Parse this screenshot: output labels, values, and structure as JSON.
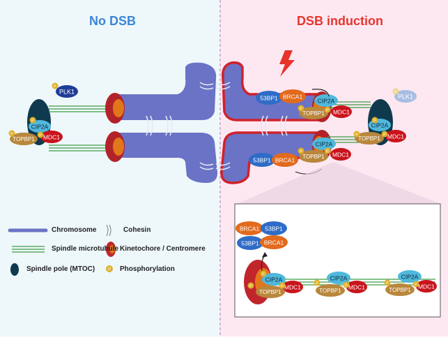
{
  "panels": {
    "left_title": "No DSB",
    "right_title": "DSB induction"
  },
  "proteins": {
    "plk1": "PLK1",
    "cip2a": "CIP2A",
    "topbp1": "TOPBP1",
    "mdc1": "MDC1",
    "bp53": "53BP1",
    "brca1": "BRCA1",
    "phospho": "P"
  },
  "legend": {
    "chromosome": "Chromosome",
    "cohesin": "Cohesin",
    "microtubule": "Spindle microtubule",
    "kinetochore": "Kinetochore / Centromere",
    "spindle_pole": "Spindle pole (MTOC)",
    "phosphorylation": "Phosphorylation"
  },
  "colors": {
    "left_bg": "#eef7fa",
    "right_bg": "#fde8f2",
    "chromosome": "#6b73c6",
    "kinetochore": "#c0262c",
    "spindle_pole": "#0f3a4d",
    "microtubule": "#3d9b45",
    "cip2a": "#4fb8dc",
    "topbp1": "#b9873c",
    "mdc1": "#c9141c",
    "plk1": "#1f3d97",
    "bp53": "#2f6cc7",
    "brca1": "#e26a1d",
    "phospho": "#e0b12a",
    "dsb": "#e7332a"
  }
}
